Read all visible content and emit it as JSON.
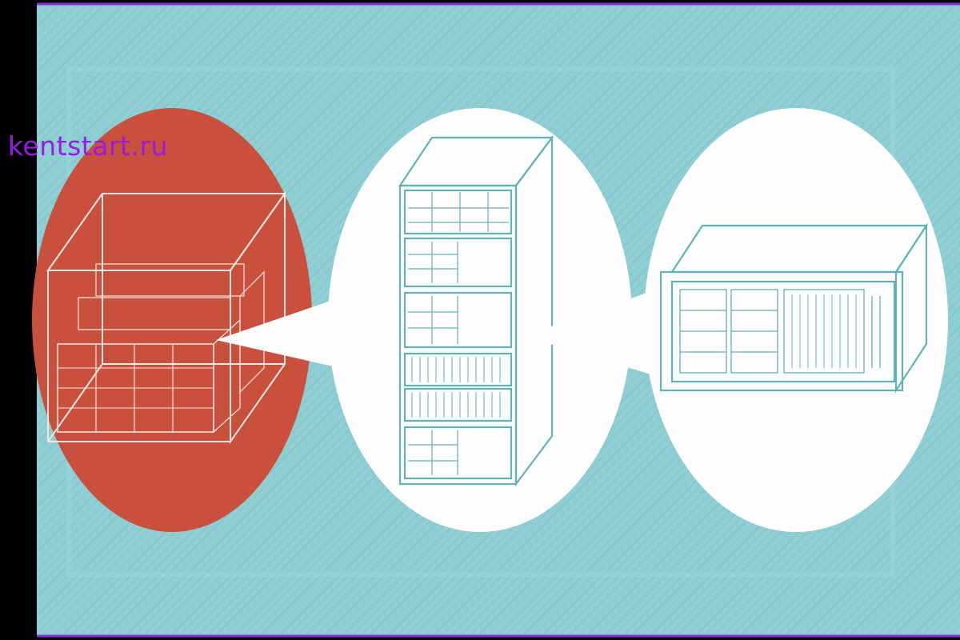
{
  "watermark": {
    "text": "kentstart.ru"
  },
  "colors": {
    "outer_black": "#000000",
    "frame_purple": "#8a2be2",
    "teal_background": "#8fcfd4",
    "teal_border_band": "#9dd8dc",
    "red_circle": "#c8503c",
    "white_ellipse": "#fefefe",
    "line_teal": "#5fb2b6",
    "line_white": "#f4e7e2",
    "watermark_purple": "#9a19e6"
  },
  "illustration": {
    "panels": [
      {
        "name": "datacenter-cluster",
        "fill": "red"
      },
      {
        "name": "server-rack",
        "fill": "white"
      },
      {
        "name": "rack-server-unit",
        "fill": "white"
      }
    ]
  }
}
